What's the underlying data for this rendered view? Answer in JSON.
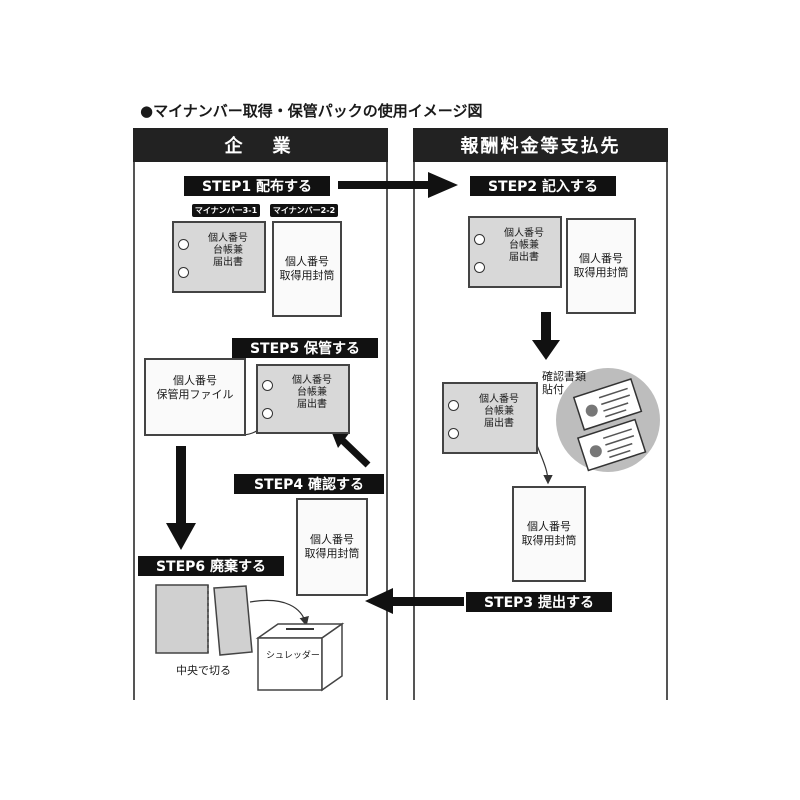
{
  "title": "●マイナンバー取得・保管パックの使用イメージ図",
  "columns": {
    "left": "企　業",
    "right": "報酬料金等支払先"
  },
  "steps": {
    "step1": "STEP1 配布する",
    "step2": "STEP2 記入する",
    "step3": "STEP3 提出する",
    "step4": "STEP4 確認する",
    "step5": "STEP5 保管する",
    "step6": "STEP6 廃棄する"
  },
  "tabs": {
    "tab1": "マイナンバー3-1",
    "tab2": "マイナンバー2-2"
  },
  "docs": {
    "daicho": [
      "個人番号",
      "台帳兼",
      "届出書"
    ],
    "envelope": [
      "個人番号",
      "取得用封筒"
    ],
    "file": [
      "個人番号",
      "保管用ファイル"
    ]
  },
  "labels": {
    "confirm_docs": [
      "確認書類",
      "貼付"
    ],
    "shredder": "シュレッダー",
    "cut_center": "中央で切る"
  },
  "colors": {
    "header_bg": "#222222",
    "step_bg": "#111111",
    "doc_gray": "#d8d8d8",
    "line": "#555555"
  }
}
